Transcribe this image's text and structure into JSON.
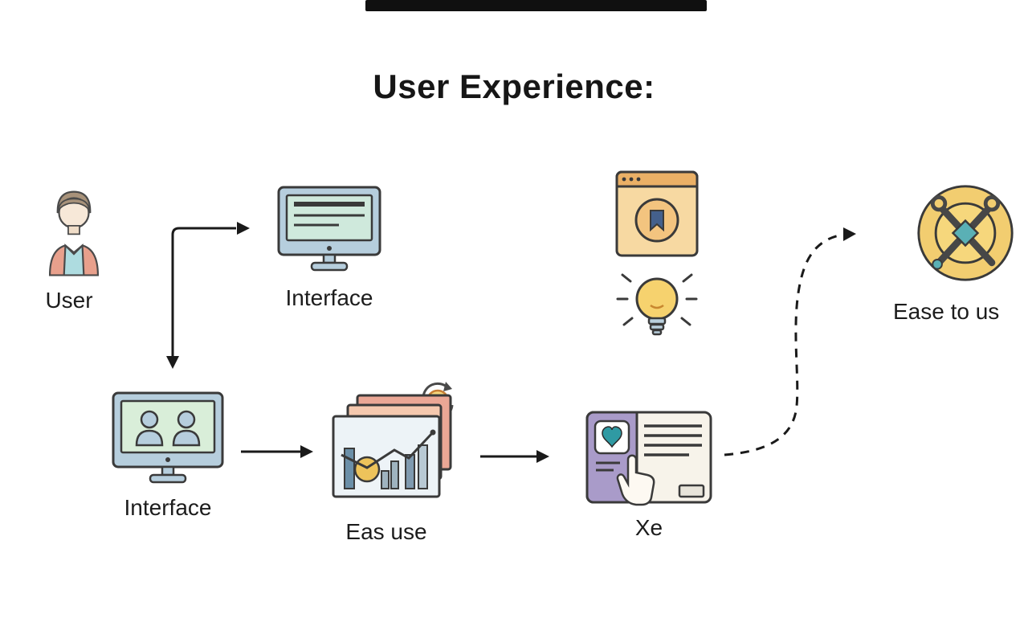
{
  "title": "User Experience:",
  "nodes": {
    "user": {
      "label": "User",
      "icon": "user-avatar-icon"
    },
    "interface_top": {
      "label": "Interface",
      "icon": "monitor-icon"
    },
    "interface_bottom": {
      "label": "Interface",
      "icon": "monitor-two-users-icon"
    },
    "eas_use": {
      "label": "Eas use",
      "icon": "stacked-cards-chart-icon"
    },
    "xe": {
      "label": "Xe",
      "icon": "window-heart-cursor-icon"
    },
    "idea": {
      "label": "",
      "icon": "browser-lightbulb-icon"
    },
    "ease_to_us": {
      "label": "Ease to us",
      "icon": "crossed-tools-badge-icon"
    }
  },
  "arrows": [
    {
      "name": "arrow-user-branch",
      "style": "solid-elbow",
      "targets": [
        "interface-top",
        "interface-bottom"
      ]
    },
    {
      "name": "arrow-interface-to-eas-use",
      "style": "solid"
    },
    {
      "name": "arrow-eas-use-to-xe",
      "style": "solid"
    },
    {
      "name": "arrow-xe-to-ease-to-us",
      "style": "dashed-curve"
    }
  ],
  "colors": {
    "background": "#ffffff",
    "outline": "#3a3a3a",
    "text": "#1c1c1c",
    "monitor_frame": "#b6cedd",
    "monitor_screen_teal": "#cfe9dc",
    "monitor_screen_green": "#d9eed9",
    "card_coral": "#eba795",
    "card_peach": "#f5c8ae",
    "card_front": "#edf3f7",
    "accent_yellow": "#f2cd70",
    "accent_orange": "#eab066",
    "tan": "#f7d9a2",
    "purple_panel": "#a99bc9",
    "teal": "#3a9ea5",
    "skin": "#f7e8d8",
    "hair_brown": "#a8927a",
    "jacket_coral": "#e8a08c",
    "shirt_teal": "#aedce0",
    "bar_blue": "#6b8fa8"
  }
}
